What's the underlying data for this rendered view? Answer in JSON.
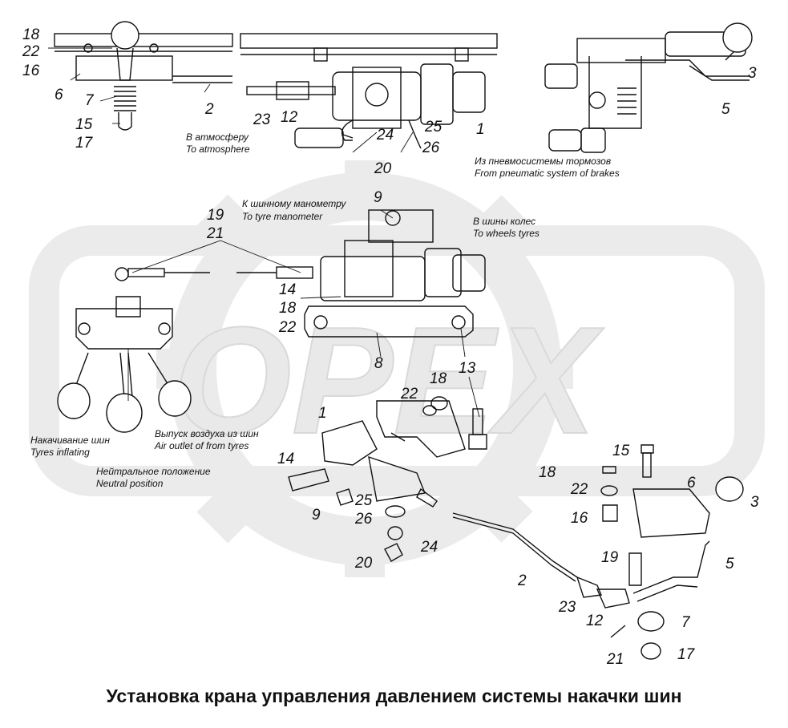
{
  "title": "Установка крана управления давлением системы накачки шин",
  "watermark": "OPEX",
  "annotations": {
    "to_atmosphere_ru": "В атмосферу",
    "to_atmosphere_en": "To atmosphere",
    "from_brakes_ru": "Из пневмосистемы тормозов",
    "from_brakes_en": "From pneumatic system of brakes",
    "to_manometer_ru": "К шинному манометру",
    "to_manometer_en": "To tyre manometer",
    "to_tyres_ru": "В шины колес",
    "to_tyres_en": "To wheels tyres",
    "inflating_ru": "Накачивание шин",
    "inflating_en": "Tyres inflating",
    "outlet_ru": "Выпуск воздуха из шин",
    "outlet_en": "Air outlet of from tyres",
    "neutral_ru": "Нейтральное положение",
    "neutral_en": "Neutral position"
  },
  "part_numbers": {
    "tl_18": "18",
    "tl_22": "22",
    "tl_16": "16",
    "tl_6": "6",
    "tl_7": "7",
    "tl_15": "15",
    "tl_17": "17",
    "tl_2": "2",
    "tc_23": "23",
    "tc_12": "12",
    "tc_24": "24",
    "tc_25": "25",
    "tc_1": "1",
    "tc_26": "26",
    "tc_20": "20",
    "tr_3": "3",
    "tr_5": "5",
    "m_9": "9",
    "m_19": "19",
    "m_21": "21",
    "m_14": "14",
    "m_18": "18",
    "m_22": "22",
    "m_8": "8",
    "m_13": "13",
    "e_18": "18",
    "e_22": "22",
    "e_1": "1",
    "e_14": "14",
    "e_25": "25",
    "e_9": "9",
    "e_26": "26",
    "e_24": "24",
    "e_20": "20",
    "e_2": "2",
    "e_15": "15",
    "e_6": "6",
    "e_3": "3",
    "e_18b": "18",
    "e_22b": "22",
    "e_16": "16",
    "e_19": "19",
    "e_5": "5",
    "e_23": "23",
    "e_12": "12",
    "e_7": "7",
    "e_21": "21",
    "e_17": "17"
  }
}
